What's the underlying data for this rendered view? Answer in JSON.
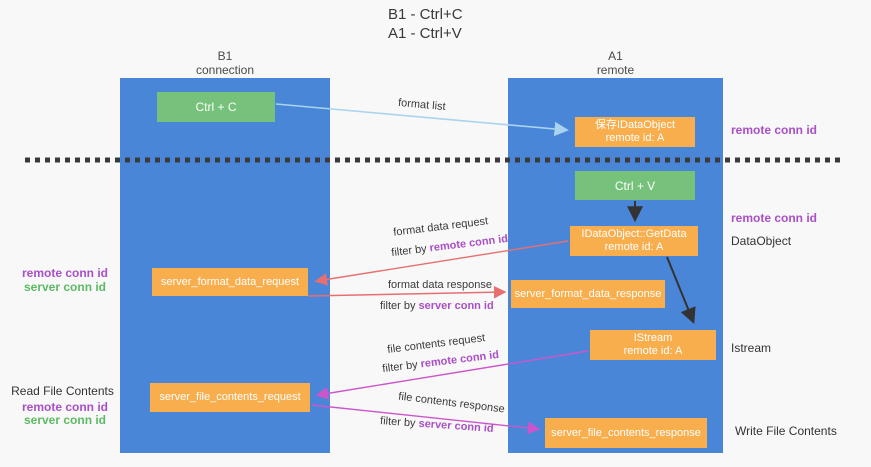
{
  "title": {
    "line1": "B1 - Ctrl+C",
    "line2": "A1 - Ctrl+V"
  },
  "columns": {
    "left": {
      "header_line1": "B1",
      "header_line2": "connection"
    },
    "right": {
      "header_line1": "A1",
      "header_line2": "remote"
    }
  },
  "nodes": {
    "ctrl_c": "Ctrl + C",
    "ctrl_v": "Ctrl + V",
    "save_idataobject": {
      "line1": "保存IDataObject",
      "line2": "remote id: A"
    },
    "getdata": {
      "line1": "IDataObject::GetData",
      "line2": "remote id: A"
    },
    "istream": {
      "line1": "IStream",
      "line2": "remote id: A"
    },
    "server_format_data_request": "server_format_data_request",
    "server_format_data_response": "server_format_data_response",
    "server_file_contents_request": "server_file_contents_request",
    "server_file_contents_response": "server_file_contents_response"
  },
  "arrow_labels": {
    "format_list": "format list",
    "format_data_request": "format data request",
    "format_data_response": "format data response",
    "file_contents_request": "file contents request",
    "file_contents_response": "file contents response",
    "filter_by": "filter by ",
    "remote_conn_id": "remote conn id",
    "server_conn_id": "server conn id"
  },
  "side_labels": {
    "remote_conn_id_top": "remote conn id",
    "remote_conn_id_mid": "remote conn id",
    "dataobject": "DataObject",
    "istream": "Istream",
    "write_file_contents": "Write File Contents",
    "read_file_contents": "Read File Contents",
    "left_remote_conn_id_1": "remote conn id",
    "left_server_conn_id_1": "server conn id",
    "left_remote_conn_id_2": "remote conn id",
    "left_server_conn_id_2": "server conn id"
  },
  "colors": {
    "column-blue": "#4a86d8",
    "box-green": "#77c27a",
    "box-orange": "#f9ae4d",
    "purple-text": "#aa4fc8",
    "green-text": "#5dba64",
    "arrow-red": "#e76f6f",
    "arrow-magenta": "#cc55cc",
    "arrow-lightblue": "#a9d3ee",
    "arrow-black": "#333333",
    "bg": "#f8f8f8"
  }
}
